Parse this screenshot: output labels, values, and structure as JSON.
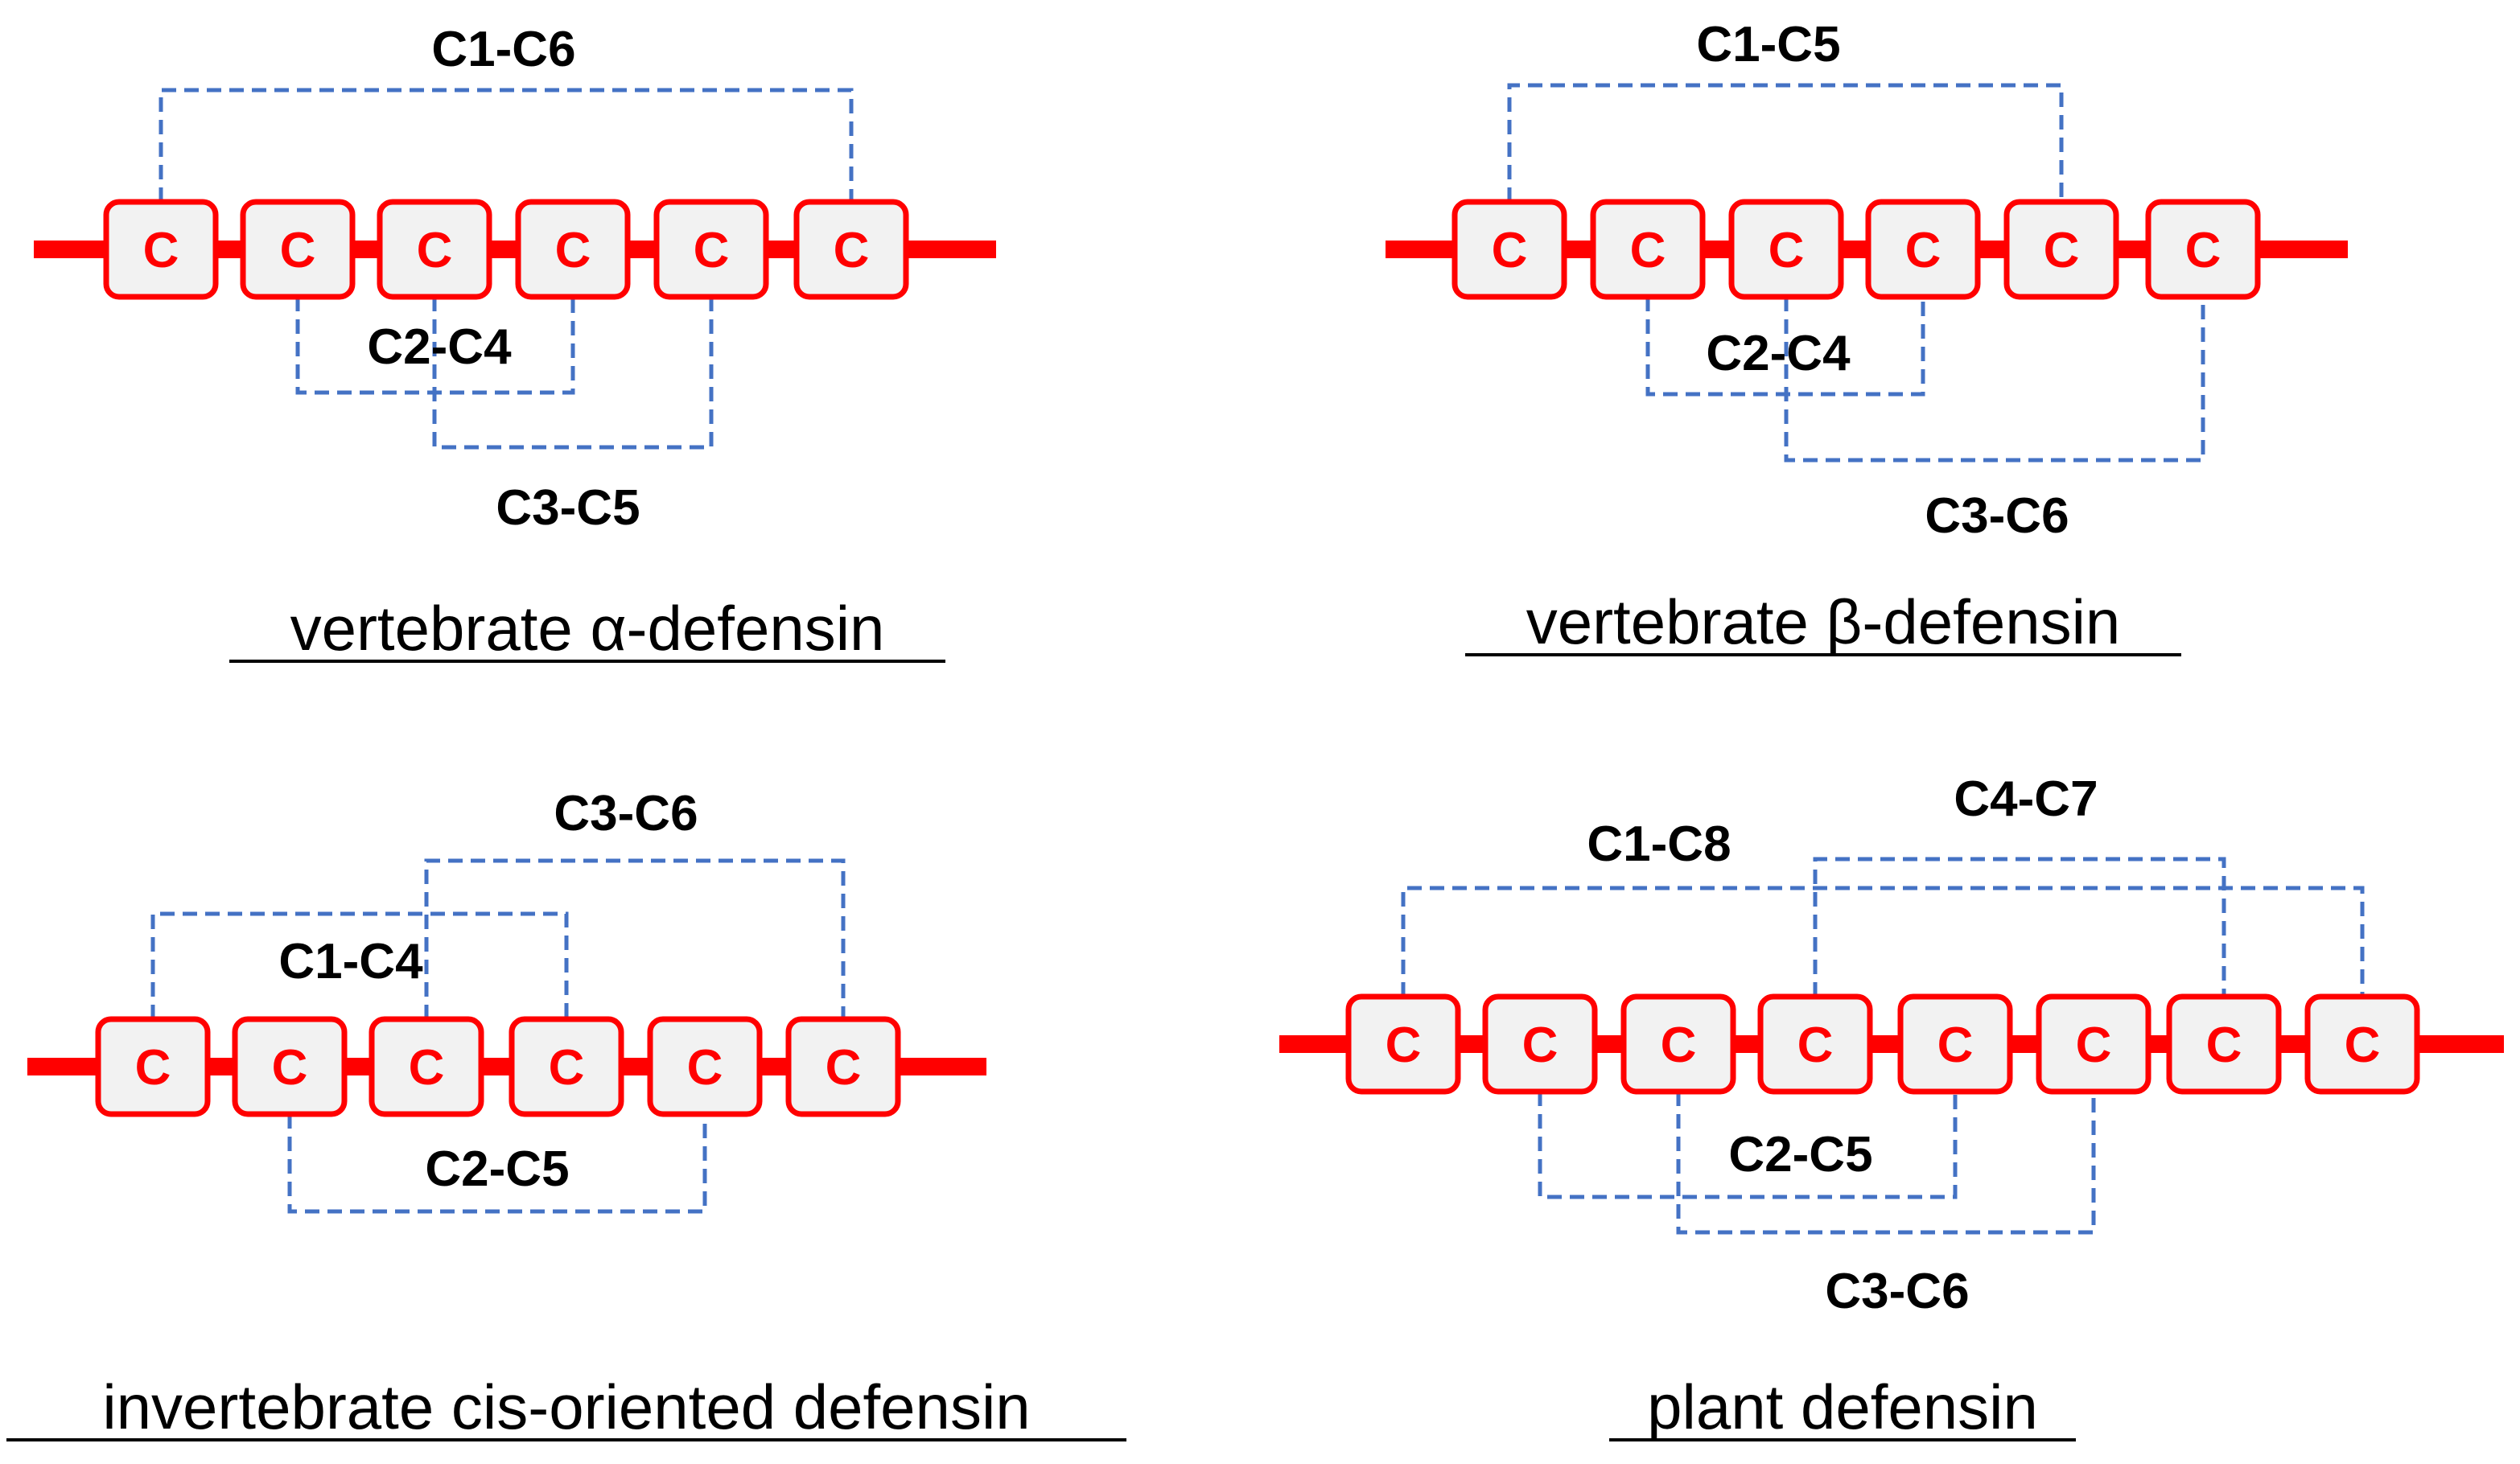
{
  "colors": {
    "chain": "#ff0000",
    "residue_fill": "#f2f2f2",
    "residue_border": "#ff0000",
    "residue_text": "#ff0000",
    "bond": "#4472c4",
    "text": "#000000"
  },
  "panels": [
    {
      "title": "vertebrate α-defensin",
      "residue_label": "C",
      "residue_count": 6,
      "bonds": [
        {
          "label": "C1-C6",
          "from": 1,
          "to": 6,
          "side": "top"
        },
        {
          "label": "C2-C4",
          "from": 2,
          "to": 4,
          "side": "bottom"
        },
        {
          "label": "C3-C5",
          "from": 3,
          "to": 5,
          "side": "bottom"
        }
      ]
    },
    {
      "title": "vertebrate β-defensin",
      "residue_label": "C",
      "residue_count": 6,
      "bonds": [
        {
          "label": "C1-C5",
          "from": 1,
          "to": 5,
          "side": "top"
        },
        {
          "label": "C2-C4",
          "from": 2,
          "to": 4,
          "side": "bottom"
        },
        {
          "label": "C3-C6",
          "from": 3,
          "to": 6,
          "side": "bottom"
        }
      ]
    },
    {
      "title": "invertebrate cis-oriented defensin",
      "residue_label": "C",
      "residue_count": 6,
      "bonds": [
        {
          "label": "C3-C6",
          "from": 3,
          "to": 6,
          "side": "top"
        },
        {
          "label": "C1-C4",
          "from": 1,
          "to": 4,
          "side": "top"
        },
        {
          "label": "C2-C5",
          "from": 2,
          "to": 5,
          "side": "bottom"
        }
      ]
    },
    {
      "title": "plant defensin",
      "residue_label": "C",
      "residue_count": 8,
      "bonds": [
        {
          "label": "C4-C7",
          "from": 4,
          "to": 7,
          "side": "top"
        },
        {
          "label": "C1-C8",
          "from": 1,
          "to": 8,
          "side": "top"
        },
        {
          "label": "C2-C5",
          "from": 2,
          "to": 5,
          "side": "bottom"
        },
        {
          "label": "C3-C6",
          "from": 3,
          "to": 6,
          "side": "bottom"
        }
      ]
    }
  ]
}
